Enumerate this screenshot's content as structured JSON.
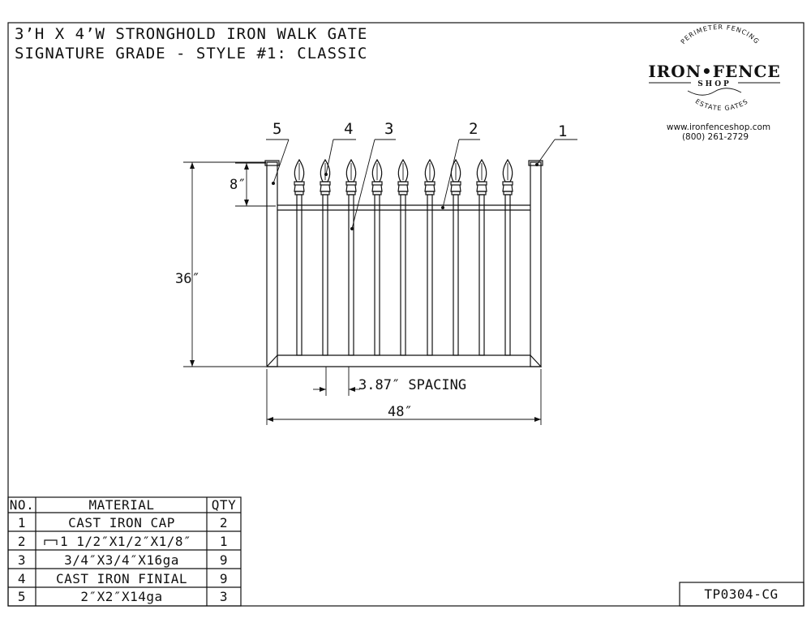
{
  "title": {
    "line1": "3’H X 4’W STRONGHOLD IRON WALK GATE",
    "line2": "SIGNATURE GRADE - STYLE #1: CLASSIC"
  },
  "logo": {
    "arc_top": "PERIMETER FENCING",
    "brand": "IRON•FENCE",
    "brand_sub": "SHOP",
    "arc_bottom": "ESTATE GATES",
    "website": "www.ironfenceshop.com",
    "phone": "(800) 261-2729"
  },
  "callouts": [
    "1",
    "2",
    "3",
    "4",
    "5"
  ],
  "dimensions": {
    "finial_height": "8″",
    "gate_height": "36″",
    "spacing": "3.87″ SPACING",
    "gate_width": "48″"
  },
  "parts_table": {
    "headers": [
      "NO.",
      "MATERIAL",
      "QTY"
    ],
    "rows": [
      {
        "no": "1",
        "material": "CAST IRON CAP",
        "qty": "2"
      },
      {
        "no": "2",
        "material": "1 1/2″X1/2″X1/8″",
        "qty": "1",
        "channel_icon": "channel-icon"
      },
      {
        "no": "3",
        "material": "3/4″X3/4″X16ga",
        "qty": "9"
      },
      {
        "no": "4",
        "material": "CAST IRON FINIAL",
        "qty": "9"
      },
      {
        "no": "5",
        "material": "2″X2″X14ga",
        "qty": "3"
      }
    ]
  },
  "drawing_number": "TP0304-CG"
}
